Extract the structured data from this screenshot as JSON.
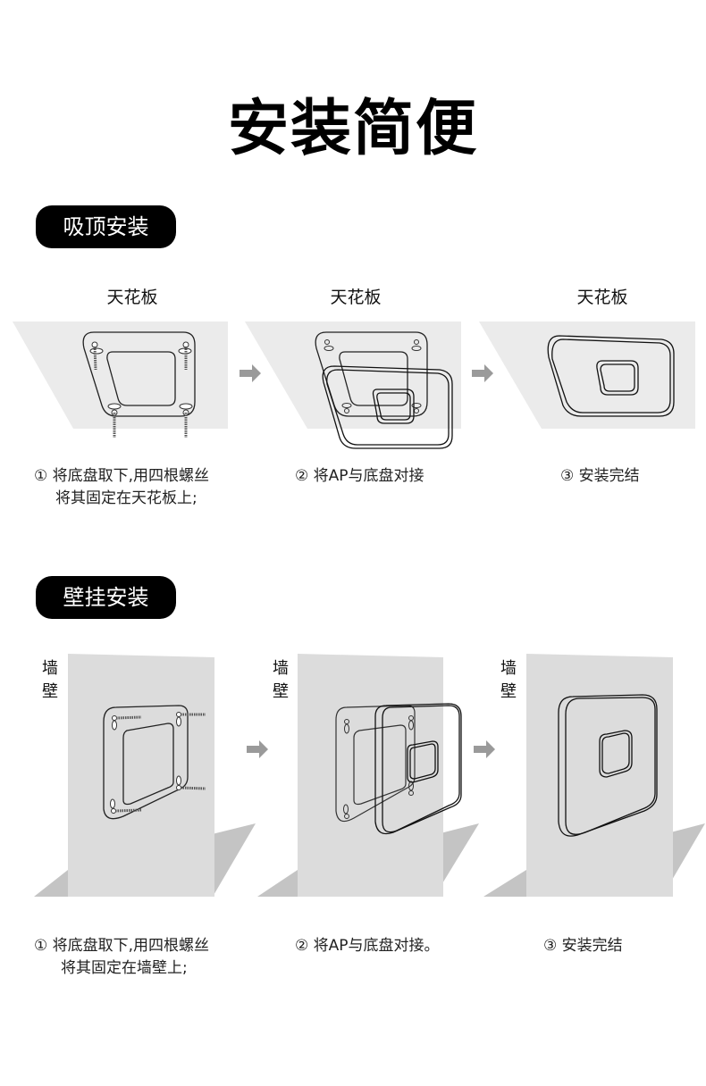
{
  "page_title": "安装简便",
  "sections": [
    {
      "tag": "吸顶安装",
      "surface_label": "天花板",
      "steps": [
        {
          "number": "①",
          "line1": "将底盘取下,用四根螺丝",
          "line2": "将其固定在天花板上;"
        },
        {
          "number": "②",
          "line1": "将AP与底盘对接",
          "line2": ""
        },
        {
          "number": "③",
          "line1": "安装完结",
          "line2": ""
        }
      ]
    },
    {
      "tag": "壁挂安装",
      "surface_label_chars": [
        "墙",
        "壁"
      ],
      "steps": [
        {
          "number": "①",
          "line1": "将底盘取下,用四根螺丝",
          "line2": "将其固定在墙壁上;"
        },
        {
          "number": "②",
          "line1": "将AP与底盘对接。",
          "line2": ""
        },
        {
          "number": "③",
          "line1": "安装完结",
          "line2": ""
        }
      ]
    }
  ],
  "colors": {
    "ceiling_fill": "#ebebeb",
    "wall_fill": "#dcdcdc",
    "floor_fill": "#c4c4c4",
    "arrow": "#9a9a9a",
    "pill_bg": "#000000",
    "pill_text": "#ffffff"
  },
  "icons": {
    "arrow": "right-arrow-icon"
  }
}
